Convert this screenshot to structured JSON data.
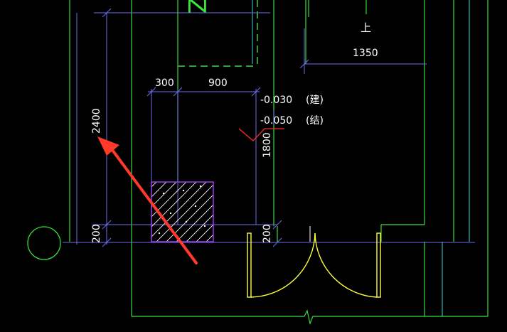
{
  "drawing": {
    "labels": {
      "top_char": "上",
      "dim_1350": "1350",
      "dim_300": "300",
      "dim_900": "900",
      "dim_2400": "2400",
      "dim_1800": "1800",
      "dim_200_left": "200",
      "dim_200_mid": "200",
      "elev_arch_value": "-0.030",
      "elev_arch_tag": "(建)",
      "elev_struct_value": "-0.050",
      "elev_struct_tag": "(结)",
      "green_mark": "Z"
    },
    "colors": {
      "background": "#000000",
      "wall_green": "#3cdc3c",
      "dim_blue": "#6e6ef0",
      "cyan": "#40d8d8",
      "yellow": "#ffff40",
      "red": "#ff2a2a",
      "purple": "#9a3cf0",
      "white": "#ffffff",
      "annotation_arrow": "#ff3a2a"
    }
  }
}
